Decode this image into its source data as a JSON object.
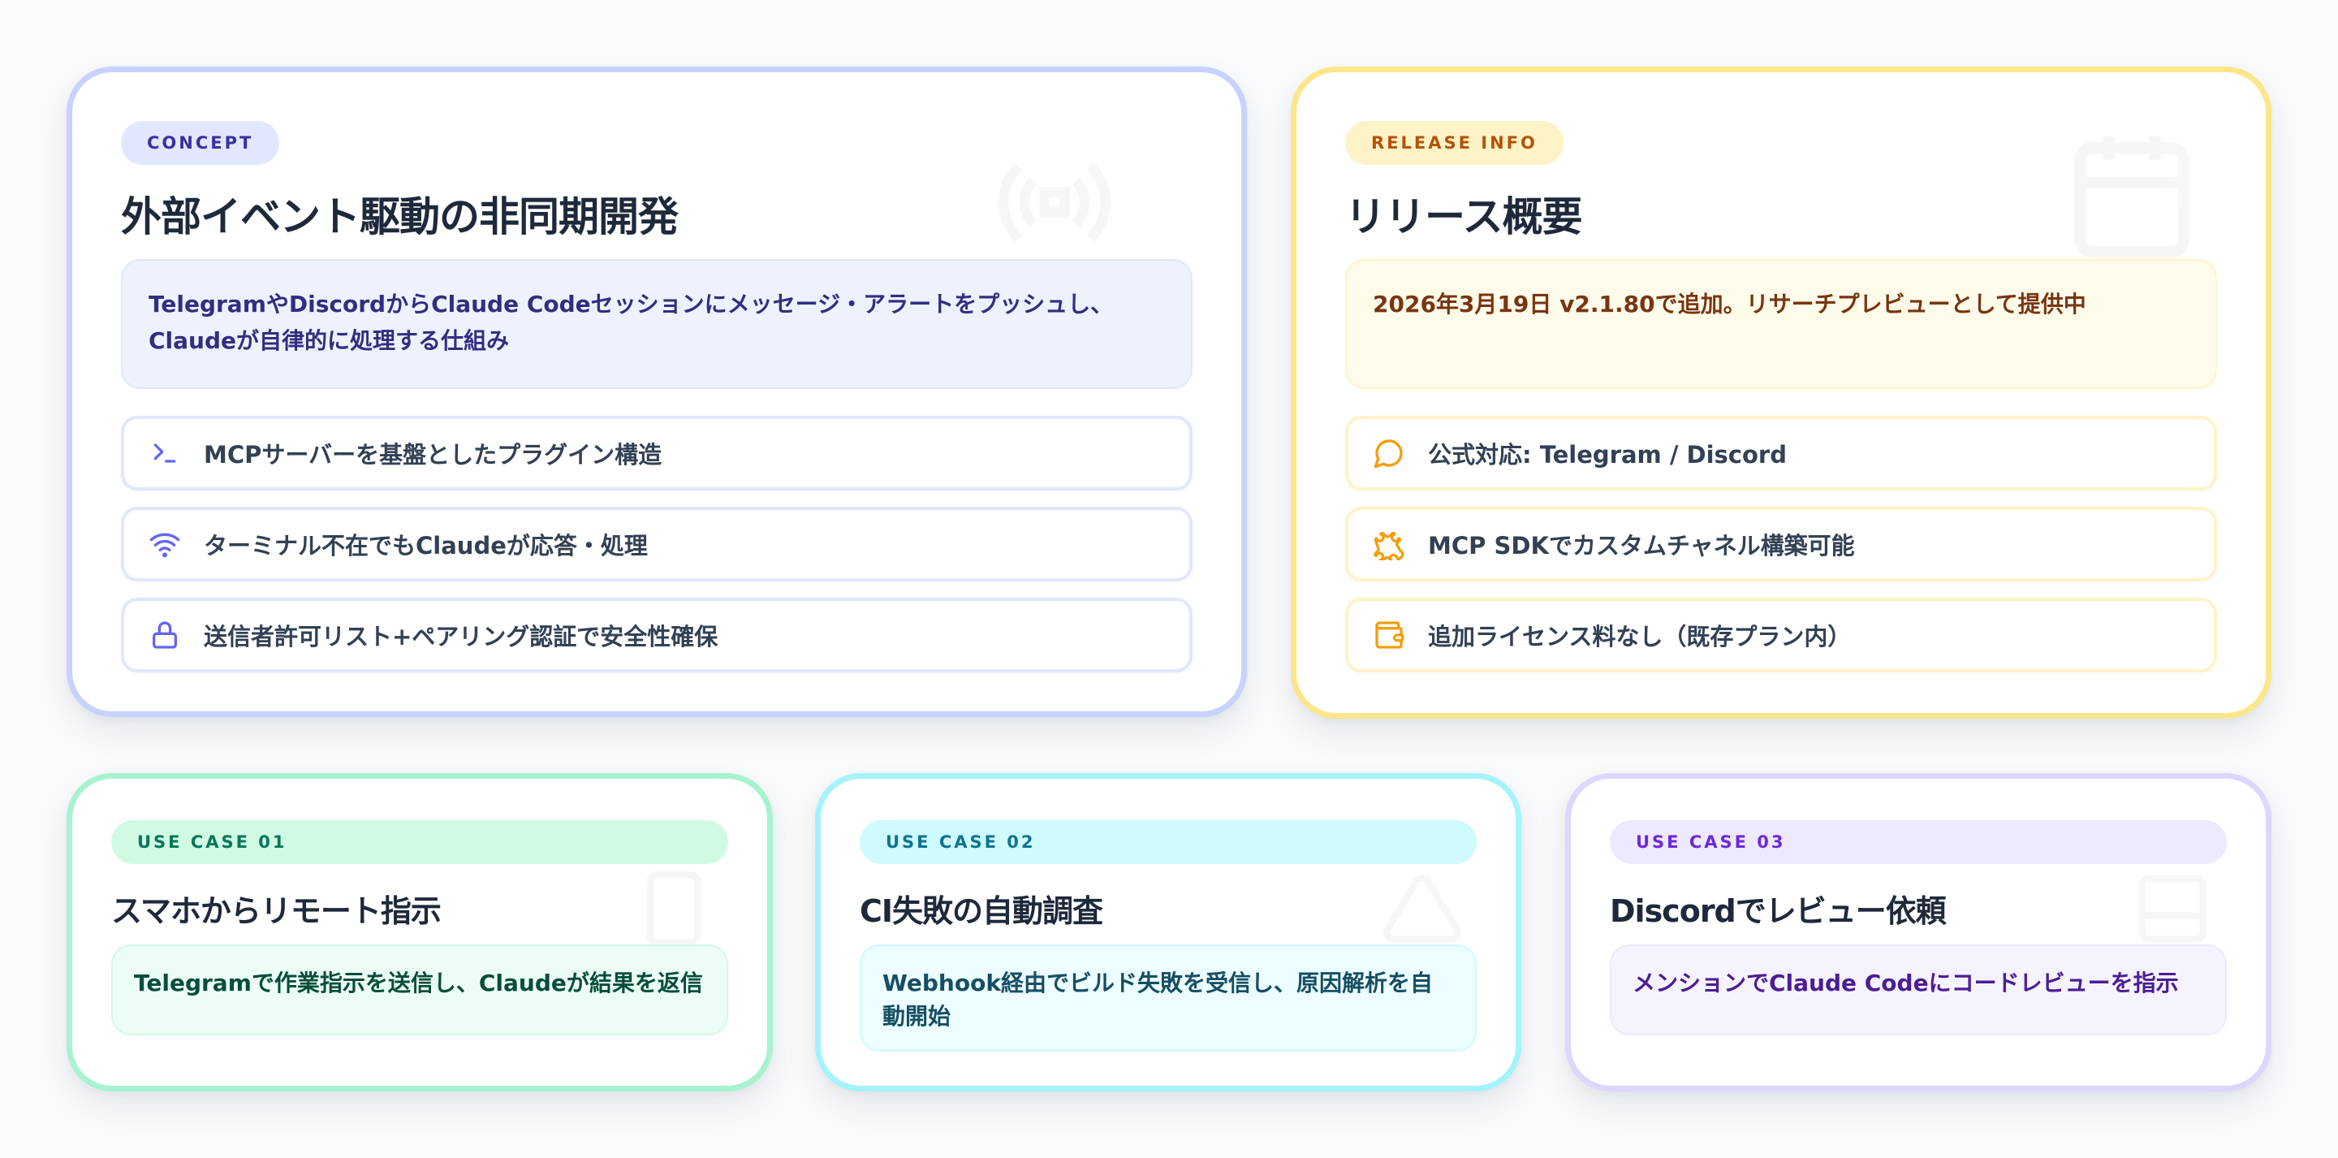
{
  "colors": {
    "page_bg": "#f8fafc",
    "concept_accent": "#6366f1",
    "release_accent": "#f59e0b",
    "uc1_accent": "#10b981",
    "uc2_accent": "#06b6d4",
    "uc3_accent": "#8b5cf6"
  },
  "concept": {
    "badge": "CONCEPT",
    "title": "外部イベント駆動の非同期開発",
    "description": "TelegramやDiscordからClaude Codeセッションにメッセージ・アラートをプッシュし、Claudeが自律的に処理する仕組み",
    "background_icon": "broadcast-icon",
    "features": [
      {
        "icon": "terminal-icon",
        "label": "MCPサーバーを基盤としたプラグイン構造"
      },
      {
        "icon": "wifi-icon",
        "label": "ターミナル不在でもClaudeが応答・処理"
      },
      {
        "icon": "lock-icon",
        "label": "送信者許可リスト+ペアリング認証で安全性確保"
      }
    ]
  },
  "release": {
    "badge": "RELEASE INFO",
    "title": "リリース概要",
    "description": "2026年3月19日 v2.1.80で追加。リサーチプレビューとして提供中",
    "background_icon": "calendar-icon",
    "features": [
      {
        "icon": "chat-bubble-icon",
        "label": "公式対応: Telegram / Discord"
      },
      {
        "icon": "puzzle-icon",
        "label": "MCP SDKでカスタムチャネル構築可能"
      },
      {
        "icon": "wallet-icon",
        "label": "追加ライセンス料なし（既存プラン内）"
      }
    ]
  },
  "use_cases": [
    {
      "badge": "USE CASE 01",
      "title": "スマホからリモート指示",
      "description": "Telegramで作業指示を送信し、Claudeが結果を返信",
      "background_icon": "smartphone-icon"
    },
    {
      "badge": "USE CASE 02",
      "title": "CI失敗の自動調査",
      "description": "Webhook経由でビルド失敗を受信し、原因解析を自動開始",
      "background_icon": "alert-icon"
    },
    {
      "badge": "USE CASE 03",
      "title": "Discordでレビュー依頼",
      "description": "メンションでClaude Codeにコードレビューを指示",
      "background_icon": "code-review-icon"
    }
  ]
}
